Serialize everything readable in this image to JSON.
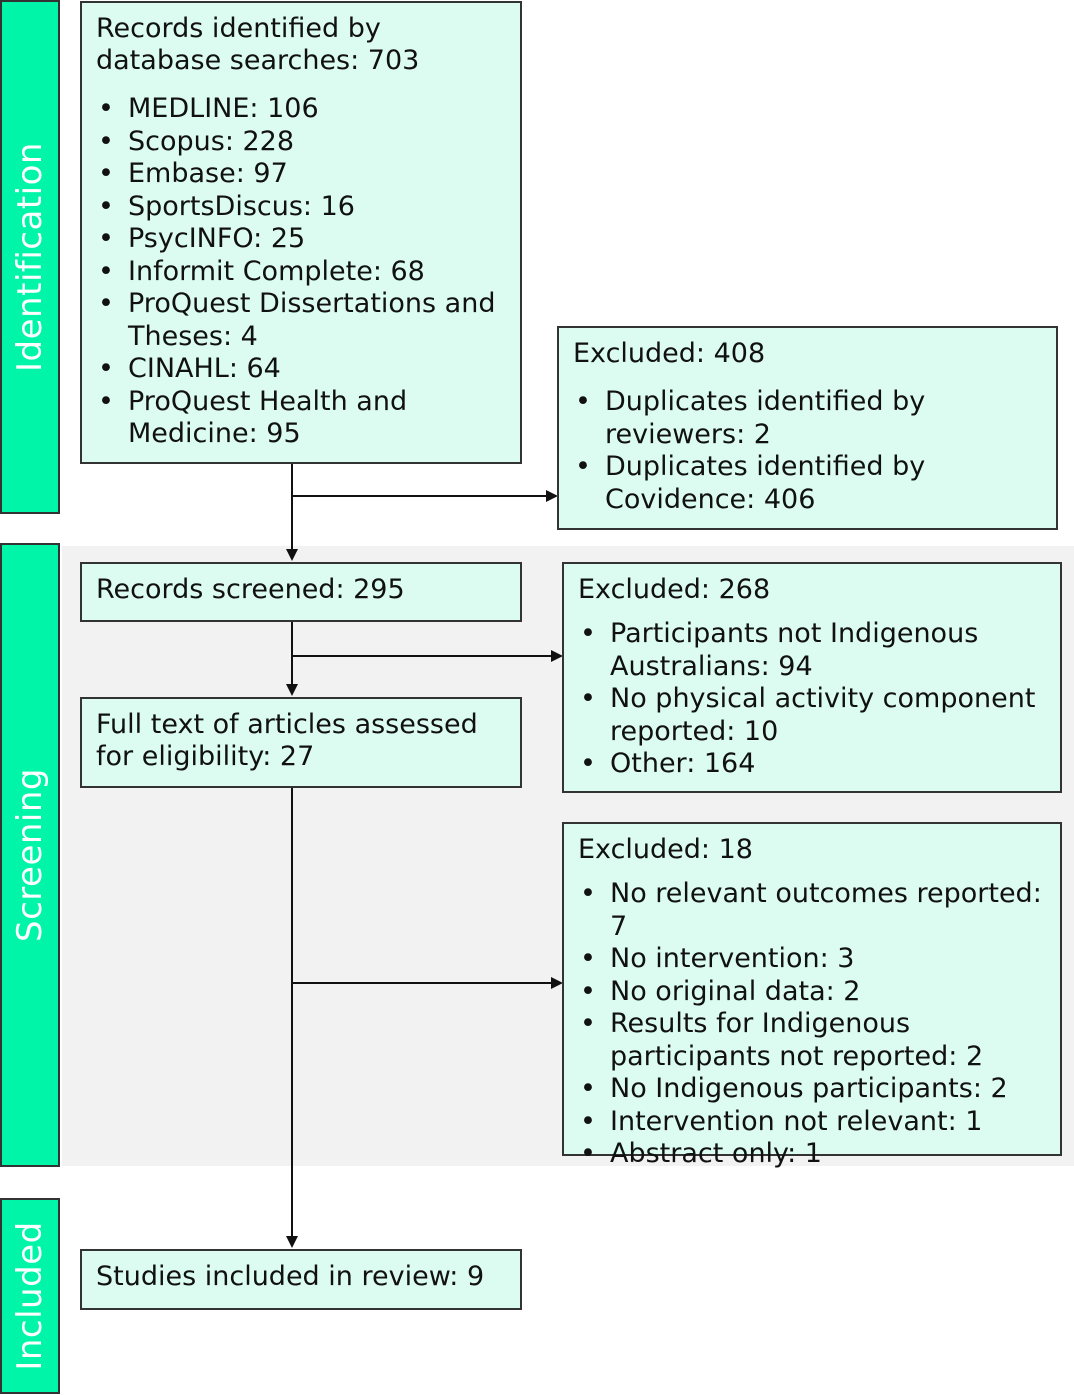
{
  "stages": {
    "identification": "Identification",
    "screening": "Screening",
    "included": "Included"
  },
  "boxes": {
    "identified": {
      "title": "Records identified by database searches: 703",
      "items": [
        "MEDLINE: 106",
        "Scopus: 228",
        "Embase: 97",
        "SportsDiscus: 16",
        "PsycINFO: 25",
        "Informit Complete: 68",
        "ProQuest Dissertations and Theses: 4",
        "CINAHL: 64",
        "ProQuest Health and Medicine: 95"
      ]
    },
    "excluded_duplicates": {
      "title": "Excluded: 408",
      "items": [
        "Duplicates identified by reviewers: 2",
        "Duplicates identified by Covidence: 406"
      ]
    },
    "screened": {
      "title": "Records screened: 295"
    },
    "excluded_screening": {
      "title": "Excluded: 268",
      "items": [
        "Participants not Indigenous Australians: 94",
        "No physical activity component reported: 10",
        "Other: 164"
      ]
    },
    "fulltext": {
      "title": "Full text of articles assessed for eligibility: 27"
    },
    "excluded_fulltext": {
      "title": "Excluded: 18",
      "items": [
        "No relevant outcomes reported: 7",
        "No intervention: 3",
        "No original data: 2",
        "Results for Indigenous participants not reported: 2",
        "No Indigenous participants: 2",
        "Intervention not relevant: 1",
        "Abstract only: 1"
      ]
    },
    "included": {
      "title": "Studies included in review: 9"
    }
  }
}
